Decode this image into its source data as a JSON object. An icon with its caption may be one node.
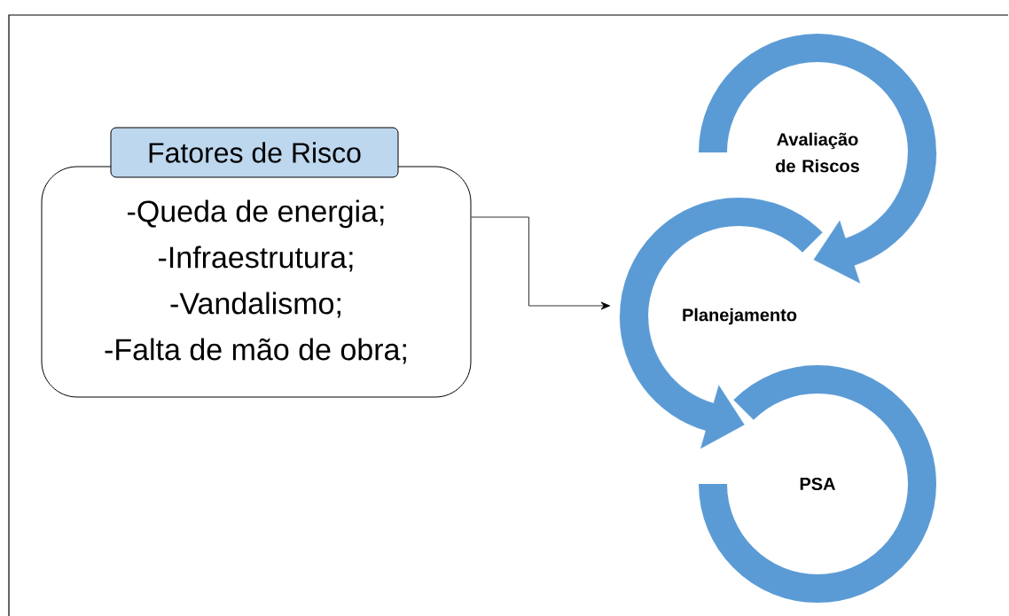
{
  "diagram": {
    "nodes": [
      {
        "text": [
          "Fatores de Risco"
        ]
      },
      {
        "text": [
          "-Queda de energia;",
          "-Infraestrutura;",
          "-Vandalismo;",
          "-Falta de mão de obra;"
        ]
      },
      {
        "text": [
          "Avaliação de Riscos"
        ]
      },
      {
        "text": [
          "Planejamento"
        ]
      },
      {
        "text": [
          "PSA"
        ]
      }
    ],
    "edges": [
      {
        "from": 1,
        "to": 3,
        "arrow": "to",
        "color": "#000000"
      },
      {
        "from": 2,
        "to": 3,
        "arrow": "to"
      },
      {
        "from": 3,
        "to": 4,
        "arrow": "to"
      }
    ]
  }
}
